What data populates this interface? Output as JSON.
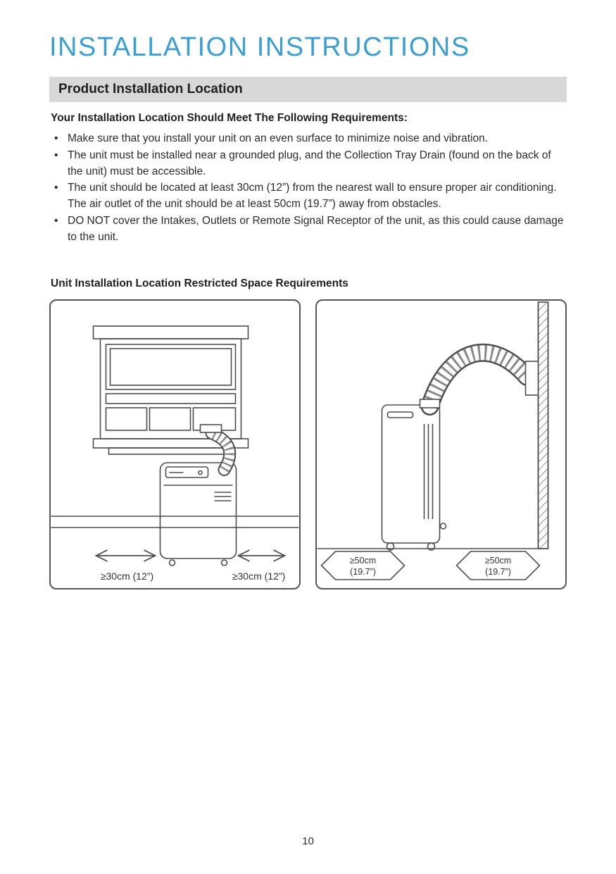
{
  "page": {
    "title": "INSTALLATION INSTRUCTIONS",
    "page_number": "10"
  },
  "section": {
    "header": "Product Installation Location",
    "requirements_heading": "Your Installation Location Should Meet The Following Requirements:",
    "bullets": [
      "Make sure that you install your unit on an even surface to minimize noise and vibration.",
      "The unit must be installed near a grounded plug, and the Collection Tray Drain (found on the back of the unit) must be accessible.",
      "The unit should be located at least 30cm (12”) from the nearest wall to ensure proper air conditioning. The air outlet of the unit should be at least 50cm (19.7”) away from obstacles.",
      "DO NOT cover the Intakes, Outlets or Remote Signal Receptor of the unit, as this could cause damage to the unit."
    ],
    "diagram_heading": "Unit Installation Location Restricted Space Requirements"
  },
  "left_diagram": {
    "clearance_left": "≥30cm (12”)",
    "clearance_right": "≥30cm (12”)"
  },
  "right_diagram": {
    "left_plaque": {
      "line1": "≥50cm",
      "line2": "(19.7”)"
    },
    "right_plaque": {
      "line1": "≥50cm",
      "line2": "(19.7”)"
    }
  },
  "colors": {
    "title": "#3b9fd6",
    "section_header_bg": "#d8d8d8",
    "line_art": "#4d4d4d",
    "text": "#2b2b2b"
  }
}
